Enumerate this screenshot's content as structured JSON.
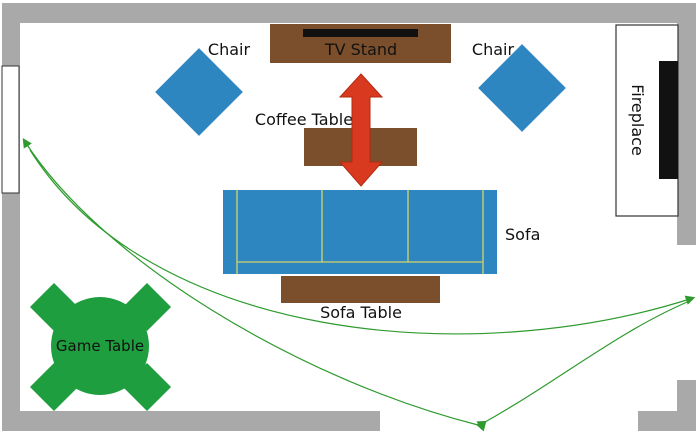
{
  "labels": {
    "chair_left": "Chair",
    "tv_stand": "TV Stand",
    "chair_right": "Chair",
    "coffee_table": "Coffee Table",
    "fireplace": "Fireplace",
    "sofa": "Sofa",
    "sofa_table": "Sofa Table",
    "game_table": "Game Table"
  },
  "colors": {
    "wall": "#a9a9a9",
    "wood": "#7b4f2c",
    "upholstery": "#2e86c1",
    "sofa_seam": "#d4d46a",
    "game_table": "#1e9e3e",
    "arrow": "#d93a1f",
    "traffic_path": "#2e9b2e",
    "tv": "#111111"
  },
  "icons": {
    "clearance_arrow": "double-arrow-vertical-icon",
    "traffic_path": "curved-arrow-icon"
  }
}
